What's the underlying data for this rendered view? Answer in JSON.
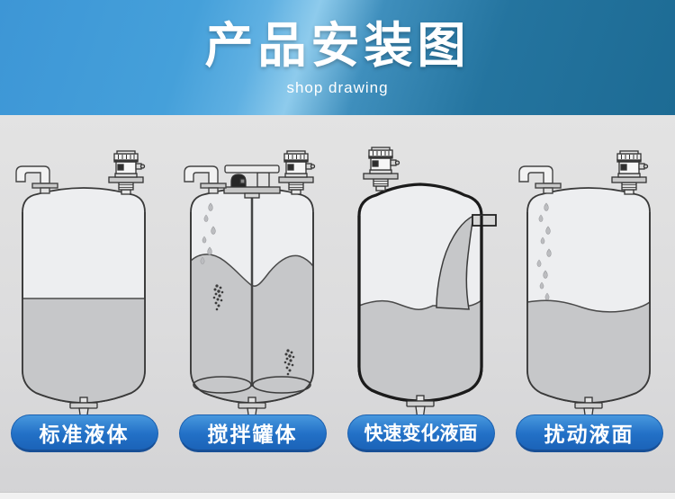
{
  "header": {
    "title": "产品安装图",
    "subtitle": "shop drawing"
  },
  "tanks": [
    {
      "label": "标准液体"
    },
    {
      "label": "搅拌罐体"
    },
    {
      "label": "快速变化液面"
    },
    {
      "label": "扰动液面"
    }
  ],
  "colors": {
    "banner_blue_light": "#3d96d6",
    "banner_blue_dark": "#1d6b94",
    "pill_blue": "#2270c6",
    "liquid_gray": "#c6c7c9",
    "background_gray": "#dedede"
  }
}
